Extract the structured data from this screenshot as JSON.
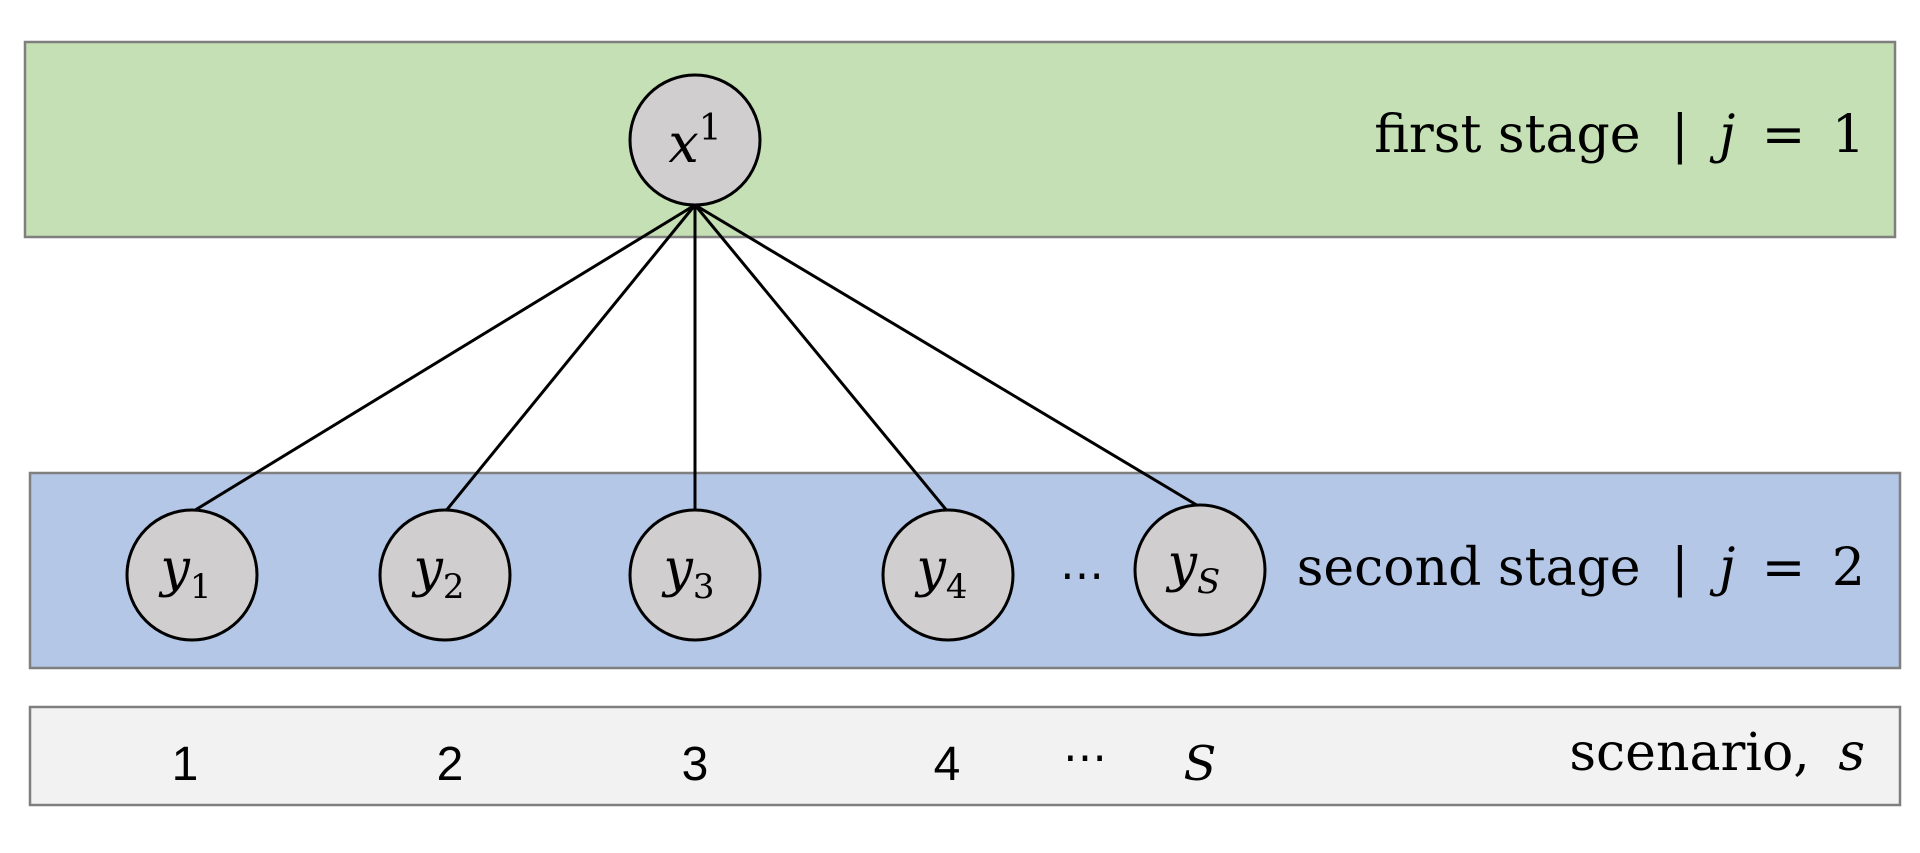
{
  "colors": {
    "first_stage_fill": "#c5e0b4",
    "second_stage_fill": "#b4c7e7",
    "scenario_fill": "#f2f2f2",
    "band_border": "#7f7f7f",
    "node_fill": "#d0cece",
    "node_border": "#000000",
    "edge": "#000000"
  },
  "root_node": {
    "var": "x",
    "sup": "1"
  },
  "first_stage_label": {
    "text": "first stage",
    "sep": "|",
    "j_var": "j",
    "eq": "=",
    "value": "1"
  },
  "second_stage_label": {
    "text": "second stage",
    "sep": "|",
    "j_var": "j",
    "eq": "=",
    "value": "2"
  },
  "scenario_nodes": [
    {
      "var": "y",
      "sub": "1"
    },
    {
      "var": "y",
      "sub": "2"
    },
    {
      "var": "y",
      "sub": "3"
    },
    {
      "var": "y",
      "sub": "4"
    },
    {
      "var": "y",
      "sub": "S"
    }
  ],
  "scenario_ellipsis": "⋯",
  "scenario_numbers": [
    "1",
    "2",
    "3",
    "4"
  ],
  "scenario_last": "S",
  "scenario_number_ellipsis": "⋯",
  "scenario_label": {
    "text": "scenario,",
    "var": "s"
  }
}
